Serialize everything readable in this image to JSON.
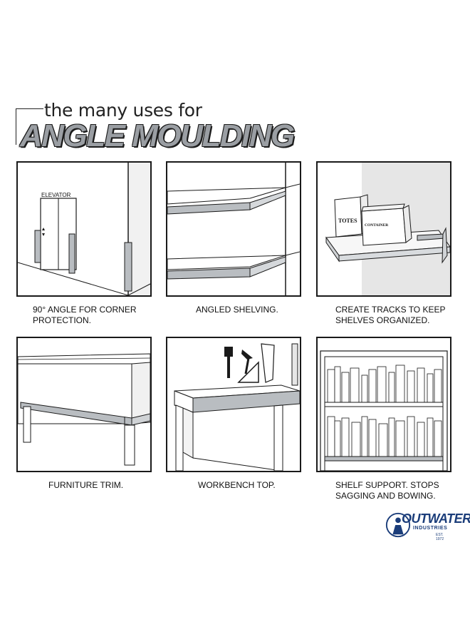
{
  "title": {
    "line1": "the many uses for",
    "line2": "ANGLE MOULDING"
  },
  "panels": [
    {
      "caption": "90° ANGLE FOR CORNER PROTECTION.",
      "labels": {
        "elevator": "ELEVATOR"
      }
    },
    {
      "caption": "ANGLED SHELVING."
    },
    {
      "caption": "CREATE TRACKS TO KEEP SHELVES ORGANIZED.",
      "labels": {
        "totes": "TOTES",
        "container": "CONTAINER"
      }
    },
    {
      "caption": "FURNITURE TRIM."
    },
    {
      "caption": "WORKBENCH TOP."
    },
    {
      "caption": "SHELF SUPPORT. STOPS SAGGING AND BOWING."
    }
  ],
  "logo": {
    "brand": "OUTWATER",
    "sub": "INDUSTRIES",
    "est": "EST. 1972",
    "color": "#1b3d7a"
  },
  "colors": {
    "moulding": "#b9bdc1",
    "outline": "#1a1a1a",
    "wall_shade": "#e6e6e6"
  }
}
